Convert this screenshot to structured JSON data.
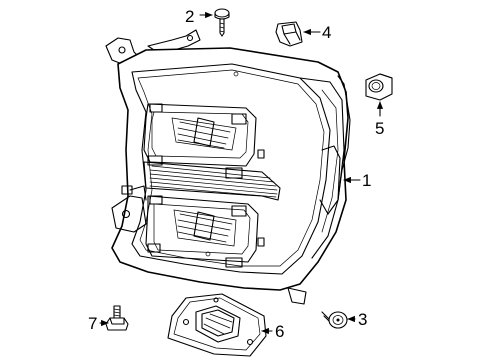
{
  "diagram": {
    "callouts": [
      {
        "number": "1",
        "part": "headlamp-assembly"
      },
      {
        "number": "2",
        "part": "screw"
      },
      {
        "number": "3",
        "part": "adjuster-bolt"
      },
      {
        "number": "4",
        "part": "clip-nut"
      },
      {
        "number": "5",
        "part": "grommet"
      },
      {
        "number": "6",
        "part": "led-driver-module"
      },
      {
        "number": "7",
        "part": "bolt"
      }
    ]
  }
}
